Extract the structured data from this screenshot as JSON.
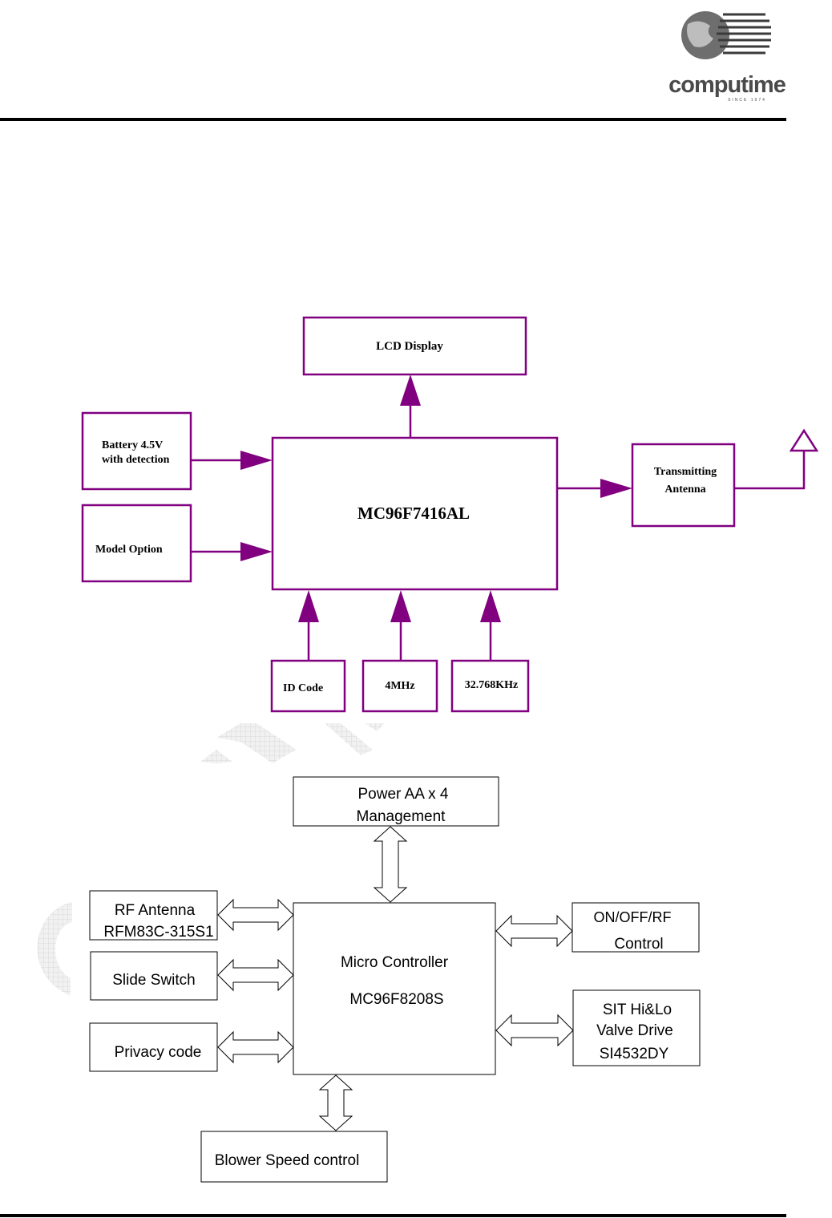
{
  "header": {
    "logo_text": "computime",
    "logo_tagline": "SINCE 1974"
  },
  "diagram1": {
    "lcd": "LCD Display",
    "battery_line1": "Battery 4.5V",
    "battery_line2": "with detection",
    "model_option": "Model Option",
    "mcu": "MC96F7416AL",
    "antenna_line1": "Transmitting",
    "antenna_line2": "Antenna",
    "id_code": "ID Code",
    "clock1": "4MHz",
    "clock2": "32.768KHz"
  },
  "diagram2": {
    "power_line1": "Power AA x 4",
    "power_line2": "Management",
    "rf_line1": "RF Antenna",
    "rf_line2": "RFM83C-315S1",
    "slide_switch": "Slide Switch",
    "privacy_code": "Privacy code",
    "mcu_line1": "Micro Controller",
    "mcu_line2": "MC96F8208S",
    "onoff_line1": "ON/OFF/RF",
    "onoff_line2": "Control",
    "sit_line1": "SIT Hi&Lo",
    "sit_line2": "Valve Drive",
    "sit_line3": "SI4532DY",
    "blower": "Blower Speed control"
  },
  "colors": {
    "purple": "#800080",
    "line": "#000000",
    "watermark": "#e3e3e3"
  }
}
